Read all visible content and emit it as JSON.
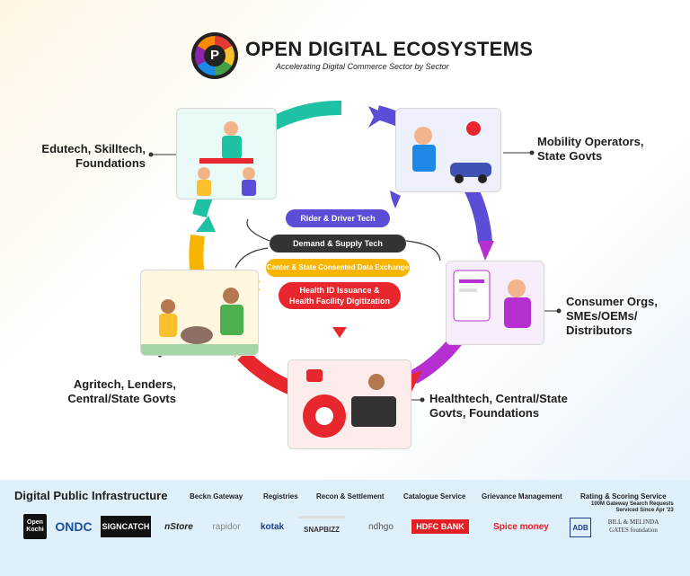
{
  "header": {
    "title": "OPEN DIGITAL ECOSYSTEMS",
    "subtitle": "Accelerating Digital Commerce Sector by Sector"
  },
  "sectors": {
    "edutech": [
      "Edutech, Skilltech,",
      "Foundations"
    ],
    "mobility": [
      "Mobility Operators,",
      "State Govts"
    ],
    "consumer": [
      "Consumer Orgs,",
      "SMEs/OEMs/",
      "Distributors"
    ],
    "health": [
      "Healthtech, Central/State",
      "Govts, Foundations"
    ],
    "agritech": [
      "Agritech, Lenders,",
      "Central/State Govts"
    ]
  },
  "pills": {
    "rider": "Rider & Driver Tech",
    "demand": "Demand & Supply Tech",
    "consent": "Center & State Consented Data Exchange",
    "health_1": "Health ID Issuance &",
    "health_2": "Health Facility Digitization"
  },
  "dpi": {
    "title": "Digital Public Infrastructure",
    "items": [
      "Beckn Gateway",
      "Registries",
      "Recon & Settlement",
      "Catalogue Service",
      "Grievance Management",
      "Rating & Scoring Service"
    ],
    "note_1": "100M Gateway Search Requests",
    "note_2": "Serviced Since Apr '23"
  },
  "partners": {
    "openkochi_1": "Open",
    "openkochi_2": "Kochi",
    "ondc": "ONDC",
    "signcatch": "SIGNCATCH",
    "nstore": "nStore",
    "rapidor": "rapidor",
    "kotak": "kotak",
    "snapbizz": "SNAPBIZZ",
    "ndhgo": "ndhgo",
    "hdfc": "HDFC BANK",
    "spice": "Spice money",
    "adb": "ADB",
    "gates_1": "BILL & MELINDA",
    "gates_2": "GATES foundation"
  },
  "colors": {
    "teal": "#1fc1a5",
    "purple": "#5b4dd6",
    "magenta": "#b52fd1",
    "red": "#e8262d",
    "yellow": "#f7b500"
  }
}
